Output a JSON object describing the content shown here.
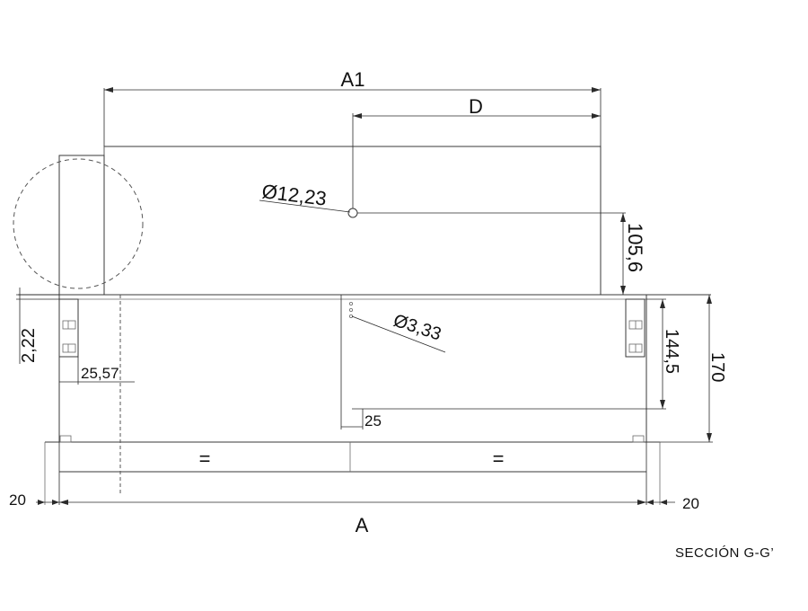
{
  "section_title": "SECCIÓN G-G’",
  "dimensions": {
    "overall_width": "A",
    "top_width": "A1",
    "hole_offset": "D",
    "hole_diameter_large": "Ø12,23",
    "hole_height": "105,6",
    "hole_diameter_small": "Ø3,33",
    "small_hole_height": "144,5",
    "total_height": "170",
    "plate_thickness": "2,22",
    "bracket_depth": "25,57",
    "small_offset": "25",
    "left_margin": "20",
    "right_margin": "20",
    "equal_left": "=",
    "equal_right": "="
  }
}
